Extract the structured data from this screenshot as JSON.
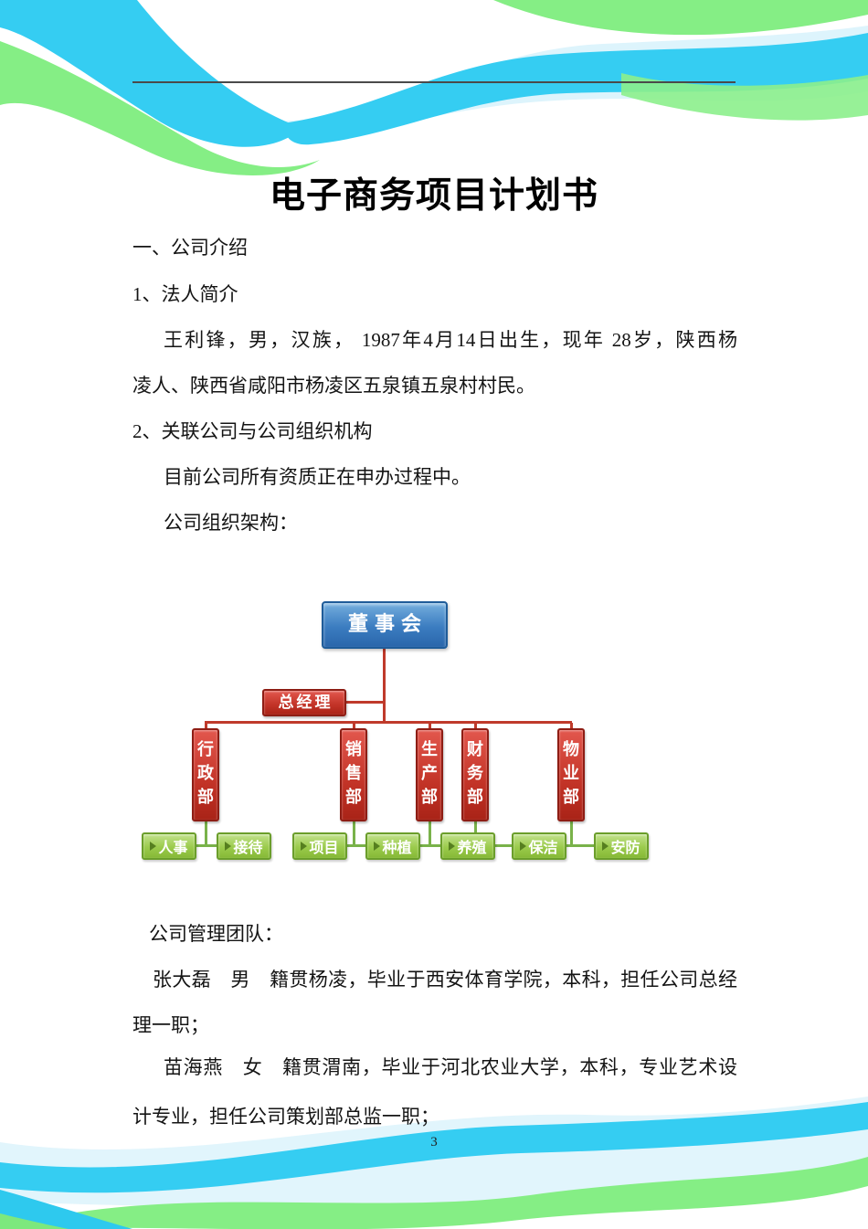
{
  "document": {
    "title": "电子商务项目计划书",
    "page_number": "3",
    "lines": [
      "一、公司介绍",
      "1、法人简介",
      "王利锋，男，汉族， 1987年4月14日出生，现年 28岁，陕西杨",
      "凌人、陕西省咸阳市杨凌区五泉镇五泉村村民。",
      "2、关联公司与公司组织机构",
      "目前公司所有资质正在申办过程中。",
      "公司组织架构：",
      "公司管理团队：",
      "张大磊　男　籍贯杨凌，毕业于西安体育学院，本科，担任公司总经",
      "理一职；",
      "苗海燕　女　籍贯渭南，毕业于河北农业大学，本科，专业艺术设",
      "计专业，担任公司策划部总监一职；"
    ]
  },
  "org_chart": {
    "board": "董事会",
    "general_manager": "总经理",
    "departments": [
      "行政部",
      "销售部",
      "生产部",
      "财务部",
      "物业部"
    ],
    "sections": [
      "人事",
      "接待",
      "项目",
      "种植",
      "养殖",
      "保洁",
      "安防"
    ],
    "colors": {
      "board_blue": "#2e6db4",
      "department_red": "#c0392b",
      "section_green": "#8cc03c",
      "connector_red": "#bf3a2b",
      "connector_green": "#79b24a"
    }
  },
  "decoration": {
    "wave_cyan": "#35cdf2",
    "wave_green": "#85ee85",
    "wave_pale_blue": "#d9f3fb"
  }
}
